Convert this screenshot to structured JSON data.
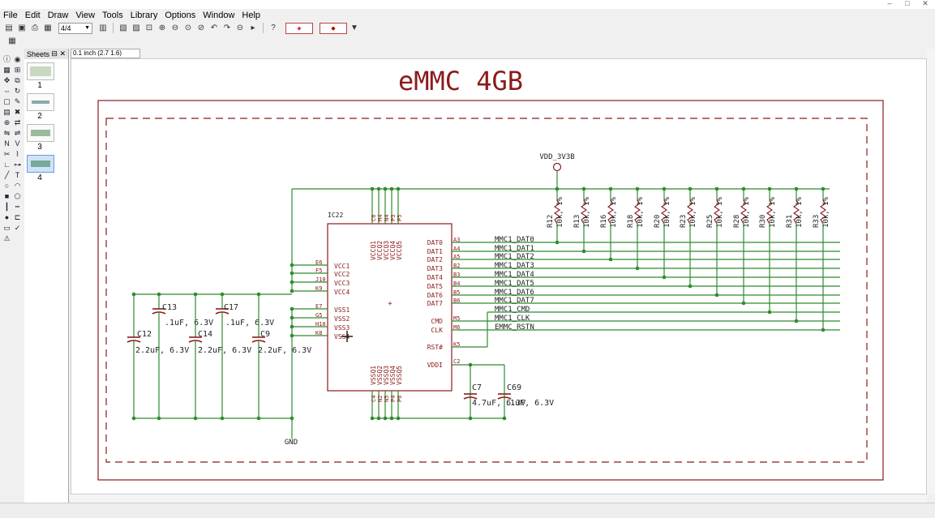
{
  "titlebar": {
    "text": ""
  },
  "menu": [
    "File",
    "Edit",
    "Draw",
    "View",
    "Tools",
    "Library",
    "Options",
    "Window",
    "Help"
  ],
  "toolbar": {
    "sheet_select": "4/4",
    "help": "?"
  },
  "sheets_panel": {
    "title": "Sheets",
    "thumbs": [
      "1",
      "2",
      "3",
      "4"
    ]
  },
  "coord": "0.1 inch (2.7 1.6)",
  "schematic": {
    "title": "eMMC 4GB",
    "ic": {
      "ref": "IC22",
      "top_pins": [
        "VCCQ1",
        "VCCQ2",
        "VCCQ3",
        "VCCQ4",
        "VCCQ5"
      ],
      "top_pin_nums": [
        "C6",
        "M4",
        "N4",
        "P3",
        "P5"
      ],
      "bottom_pins": [
        "VSSQ1",
        "VSSQ2",
        "VSSQ3",
        "VSSQ4",
        "VSSQ5"
      ],
      "bottom_pin_nums": [
        "C4",
        "N2",
        "N5",
        "P4",
        "P6"
      ],
      "left_pins": [
        "VCC1",
        "VCC2",
        "VCC3",
        "VCC4",
        "VSS1",
        "VSS2",
        "VSS3",
        "VSS4"
      ],
      "left_pin_nums": [
        "E6",
        "F5",
        "J10",
        "K9",
        "E7",
        "G5",
        "H10",
        "K8"
      ],
      "right_pins": [
        "DAT0",
        "DAT1",
        "DAT2",
        "DAT3",
        "DAT4",
        "DAT5",
        "DAT6",
        "DAT7"
      ],
      "right_pin_nums": [
        "A3",
        "A4",
        "A5",
        "B2",
        "B3",
        "B4",
        "B5",
        "B6"
      ],
      "cmd_pins": [
        "CMD",
        "CLK",
        "RST#",
        "VDDI"
      ],
      "cmd_pin_nums": [
        "M5",
        "M6",
        "K5",
        "C2"
      ]
    },
    "nets": [
      "MMC1_DAT0",
      "MMC1_DAT1",
      "MMC1_DAT2",
      "MMC1_DAT3",
      "MMC1_DAT4",
      "MMC1_DAT5",
      "MMC1_DAT6",
      "MMC1_DAT7",
      "MMC1_CMD",
      "MMC1_CLK",
      "EMMC_RSTN"
    ],
    "power": "VDD_3V3B",
    "ground": "GND",
    "resistors": [
      "R12",
      "R13",
      "R16",
      "R18",
      "R20",
      "R23",
      "R25",
      "R28",
      "R30",
      "R31",
      "R33"
    ],
    "res_value": "10k, 1%",
    "caps_left": [
      {
        "ref": "C13",
        "value": ".1uF, 6.3V"
      },
      {
        "ref": "C17",
        "value": ".1uF, 6.3V"
      },
      {
        "ref": "C12",
        "value": "2.2uF, 6.3V"
      },
      {
        "ref": "C14",
        "value": "2.2uF, 6.3V"
      },
      {
        "ref": "C9",
        "value": "2.2uF, 6.3V"
      }
    ],
    "caps_right": [
      {
        "ref": "C7",
        "value": "4.7uF, 6.3V"
      },
      {
        "ref": "C69",
        "value": ".1uF, 6.3V"
      }
    ]
  },
  "colors": {
    "wire": "#2e8b2e",
    "symbol": "#8b1a1a",
    "frame": "#8b1a1a"
  }
}
